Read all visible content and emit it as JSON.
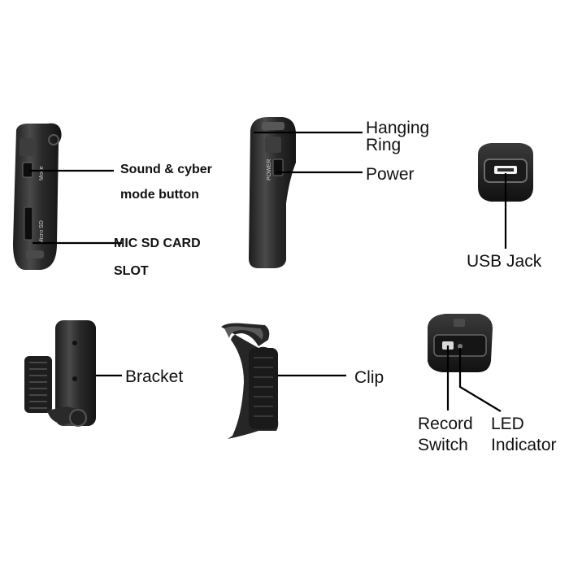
{
  "labels": {
    "sound_mode_line1": "Sound & cyber",
    "sound_mode_line2": "mode button",
    "mic_sd_line1": "MIC SD CARD",
    "mic_sd_line2": "SLOT",
    "hanging_ring_line1": "Hanging",
    "hanging_ring_line2": "Ring",
    "power": "Power",
    "usb_jack": "USB Jack",
    "bracket": "Bracket",
    "clip": "Clip",
    "record_line1": "Record",
    "record_line2": "Switch",
    "led_line1": "LED",
    "led_line2": "Indicator"
  },
  "device_text": {
    "mode": "Mode",
    "micro_sd": "Micro SD",
    "power": "POWER"
  },
  "colors": {
    "background": "#ffffff",
    "device_body": "#2a2a2a",
    "device_highlight": "#5a5a5a",
    "leader_line": "#000000",
    "label_text": "#111111"
  },
  "icons": {
    "camera_side": "camera-side-icon",
    "camera_front": "camera-front-icon",
    "usb_end": "usb-end-icon",
    "bracket": "bracket-icon",
    "clip": "clip-icon",
    "camera_top": "camera-top-icon"
  }
}
